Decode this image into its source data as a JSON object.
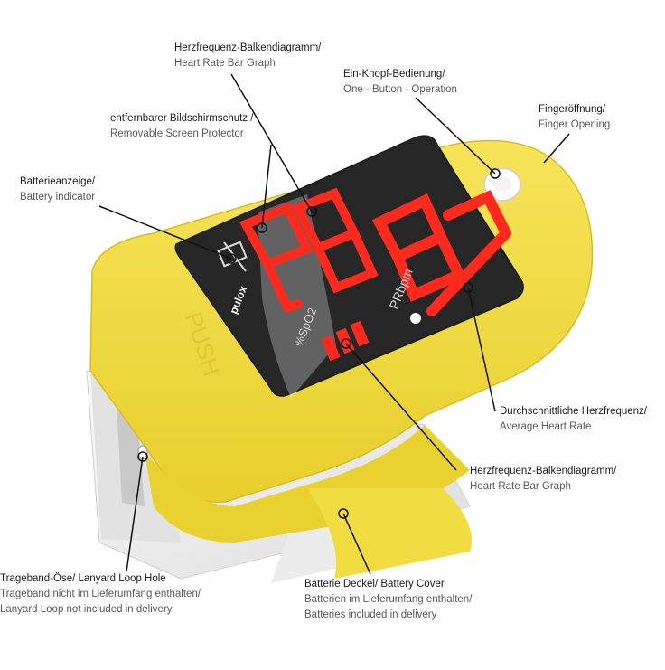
{
  "device": {
    "brand": "pulox",
    "push_label": "PUSH",
    "spo2_label": "%SpO2",
    "pr_label": "PRbpm",
    "spo2_value": "98",
    "pr_value": "87",
    "colors": {
      "body_yellow": "#f2dc3a",
      "body_shadow": "#d9c22a",
      "white_shell": "#ececec",
      "screen": "#262626",
      "led_red": "#ff2a1e"
    }
  },
  "labels": {
    "bar_graph_top": {
      "de": "Herzfrequenz-Balkendiagramm/",
      "en": "Heart Rate Bar Graph"
    },
    "one_button": {
      "de": "Ein-Knopf-Bedienung/",
      "en": "One - Button - Operation"
    },
    "finger_opening": {
      "de": "Fingeröffnung/",
      "en": "Finger Opening"
    },
    "screen_protector": {
      "de": "entfernbarer Bildschirmschutz /",
      "en": "Removable Screen Protector"
    },
    "battery_indicator": {
      "de": "Batterieanzeige/",
      "en": "Battery indicator"
    },
    "avg_heart_rate": {
      "de": "Durchschnittliche Herzfrequenz/",
      "en": "Average Heart Rate"
    },
    "bar_graph_bottom": {
      "de": "Herzfrequenz-Balkendiagramm/",
      "en": "Heart Rate Bar Graph"
    },
    "lanyard": {
      "de": "Trageband-Öse/ Lanyard Loop Hole",
      "en": "Trageband nicht im Lieferumfang enthalten/",
      "en2": "Lanyard Loop not included in delivery"
    },
    "battery_cover": {
      "de": "Batterie Deckel/ Battery Cover",
      "en": "Batterien im Lieferumfang enthalten/",
      "en2": "Batteries included in delivery"
    }
  }
}
